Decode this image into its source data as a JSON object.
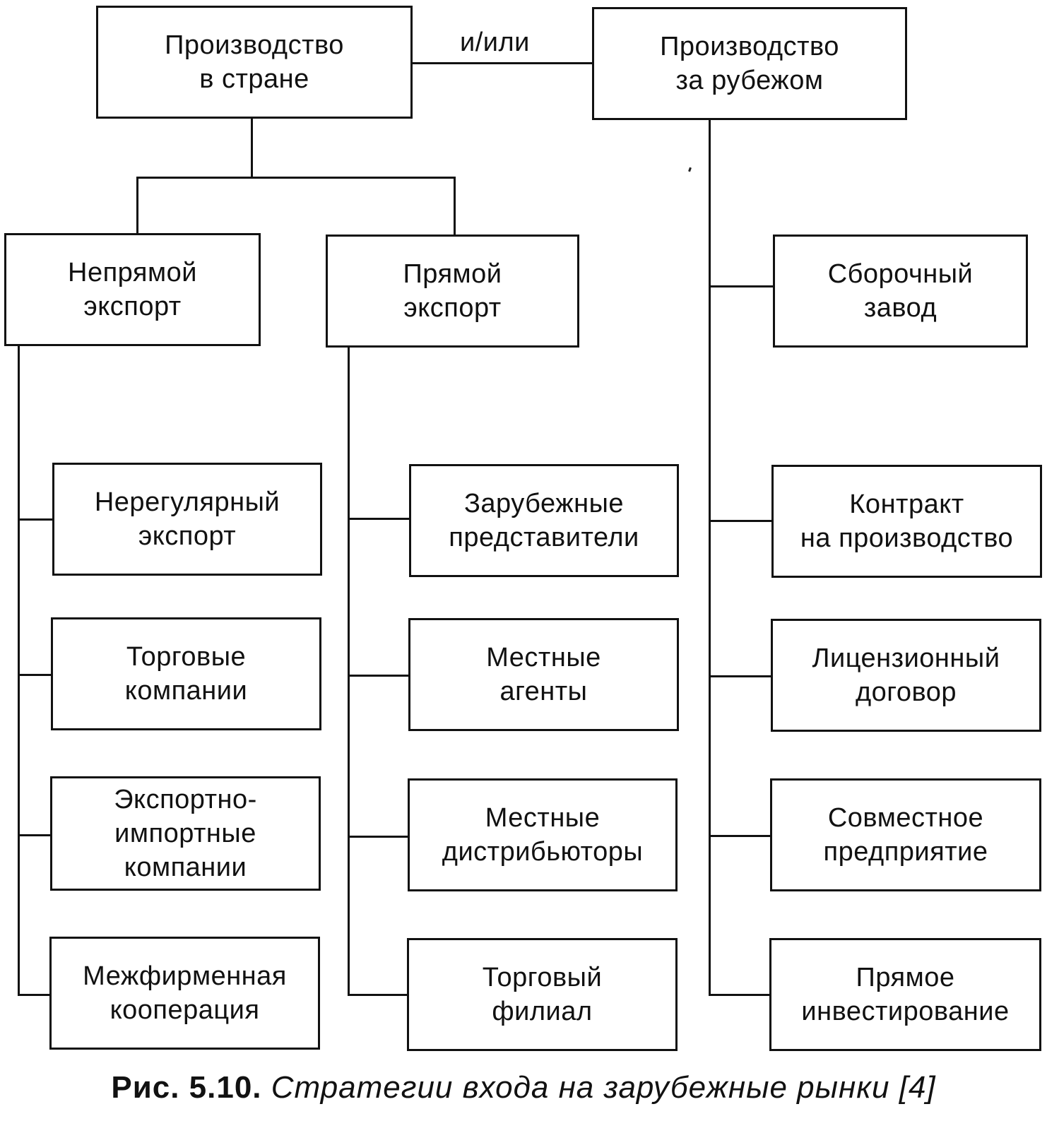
{
  "diagram": {
    "roots": {
      "domestic": "Производство\nв стране",
      "connector": "и/или",
      "abroad": "Производство\nза рубежом"
    },
    "branches": {
      "indirect_export": {
        "label": "Непрямой\nэкспорт",
        "items": [
          "Нерегулярный\nэкспорт",
          "Торговые\nкомпании",
          "Экспортно-\nимпортные\nкомпании",
          "Межфирменная\nкооперация"
        ]
      },
      "direct_export": {
        "label": "Прямой\nэкспорт",
        "items": [
          "Зарубежные\nпредставители",
          "Местные\nагенты",
          "Местные\nдистрибьюторы",
          "Торговый\nфилиал"
        ]
      },
      "abroad_production": {
        "items": [
          "Сборочный\nзавод",
          "Контракт\nна производство",
          "Лицензионный\nдоговор",
          "Совместное\nпредприятие",
          "Прямое\nинвестирование"
        ]
      }
    }
  },
  "caption": {
    "number": "Рис. 5.10.",
    "title": "Стратегии входа на зарубежные рынки [4]"
  }
}
